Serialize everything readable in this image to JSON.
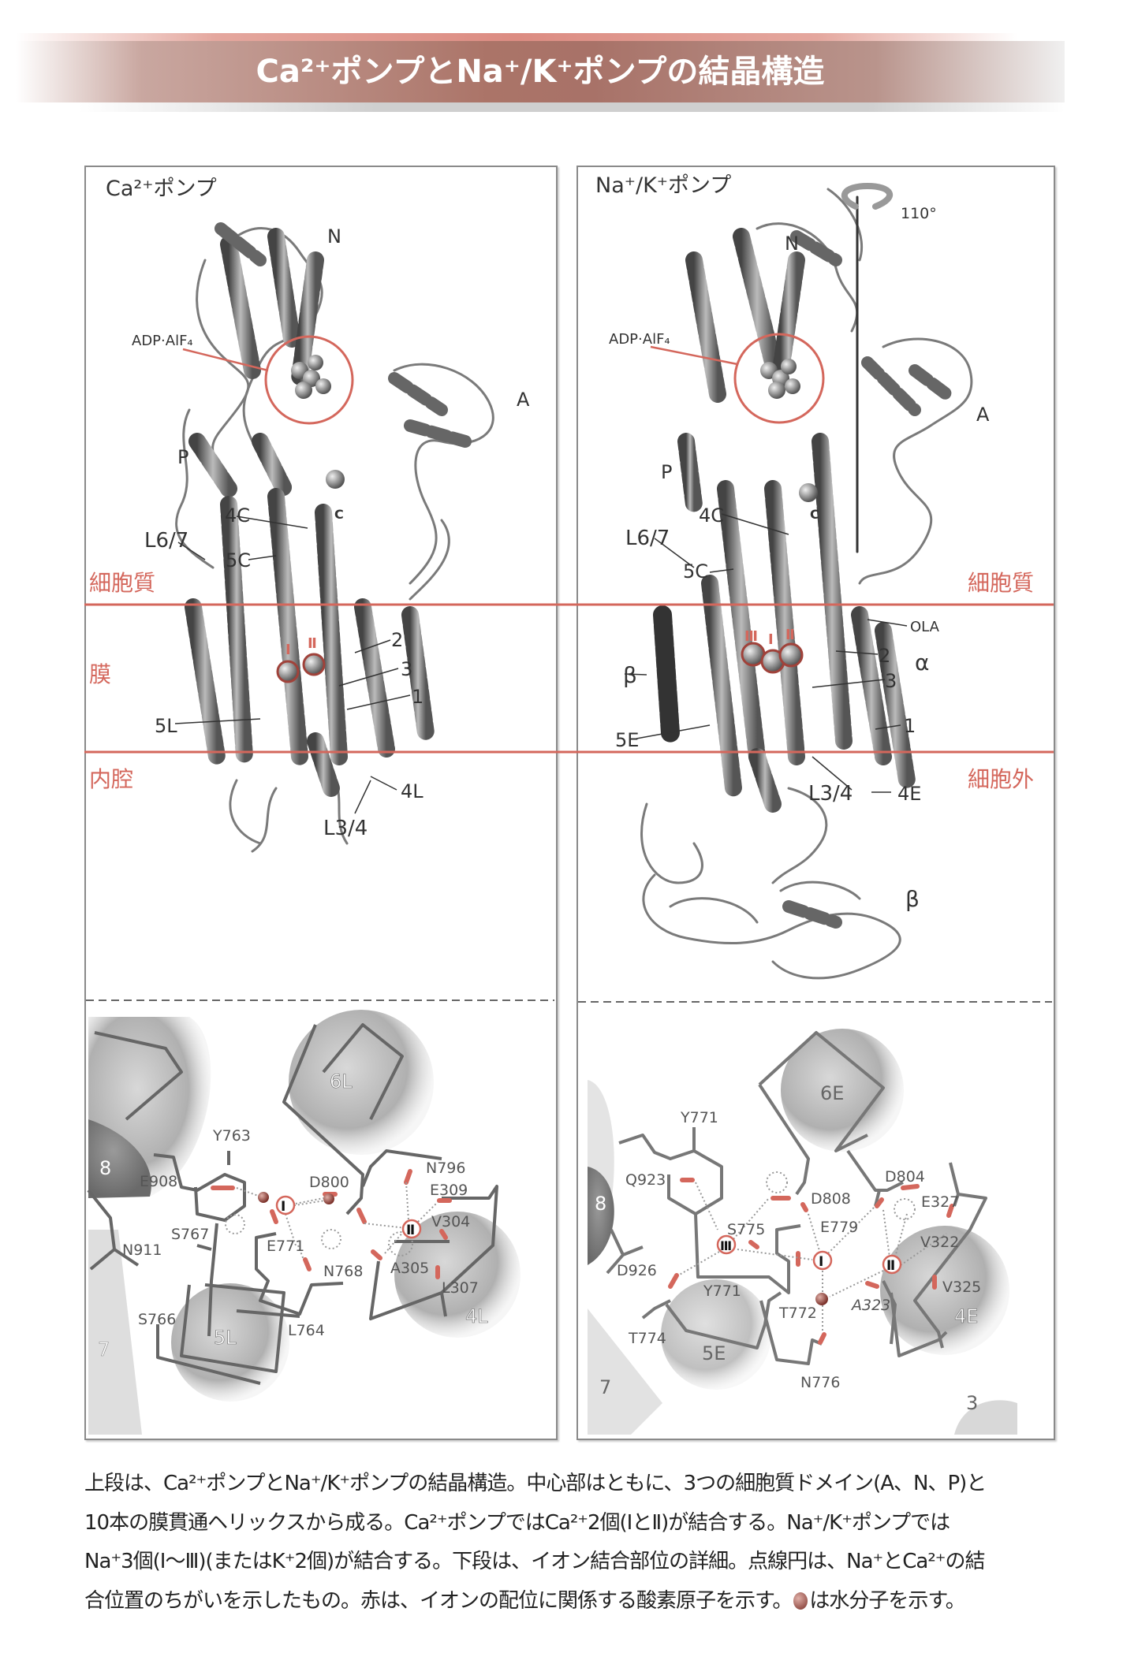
{
  "header": {
    "title": "Ca²⁺ポンプとNa⁺/K⁺ポンプの結晶構造"
  },
  "colors": {
    "accent": "#d4675c",
    "banner": "#ab7468",
    "water": "#8a3a32"
  },
  "left_panel": {
    "title": "Ca²⁺ポンプ",
    "labels": {
      "N": "N",
      "ligand": "ADP·AlF₄",
      "A": "A",
      "P": "P",
      "C": "C",
      "h4c": "4C",
      "l67": "L6/7",
      "h5c": "5C",
      "h2": "2",
      "h3": "3",
      "h1": "1",
      "h5l": "5L",
      "h4l": "4L",
      "l34": "L3/4",
      "site1": "Ⅰ",
      "site2": "Ⅱ"
    },
    "regions": {
      "cytoplasm": "細胞質",
      "membrane": "膜",
      "lumen": "内腔"
    },
    "detail": {
      "helices": [
        "6L",
        "8",
        "5L",
        "4L",
        "7"
      ],
      "residues": [
        "Y763",
        "E908",
        "D800",
        "N796",
        "E309",
        "V304",
        "S767",
        "E771",
        "N911",
        "A305",
        "N768",
        "L307",
        "S766",
        "L764"
      ],
      "sites": [
        "Ⅰ",
        "Ⅱ"
      ]
    }
  },
  "right_panel": {
    "title": "Na⁺/K⁺ポンプ",
    "labels": {
      "rotation": "110°",
      "N": "N",
      "ligand": "ADP·AlF₄",
      "A": "A",
      "P": "P",
      "h4c": "4C",
      "C": "C",
      "l67": "L6/7",
      "h5c": "5C",
      "ola": "OLA",
      "h2": "2",
      "alpha": "α",
      "h3": "3",
      "beta": "β",
      "h1": "1",
      "h5e": "5E",
      "l34": "L3/4",
      "h4e": "4E",
      "beta_lower": "β",
      "site3": "Ⅲ",
      "site1": "Ⅰ",
      "site2": "Ⅱ"
    },
    "regions": {
      "cytoplasm": "細胞質",
      "extracellular": "細胞外"
    },
    "detail": {
      "helices": [
        "6E",
        "8",
        "5E",
        "4E",
        "7",
        "3"
      ],
      "residues": [
        "Y771",
        "Q923",
        "D804",
        "D808",
        "E327",
        "S775",
        "E779",
        "D926",
        "V322",
        "Y771",
        "V325",
        "A323",
        "T772",
        "T774",
        "N776"
      ],
      "sites": [
        "Ⅲ",
        "Ⅰ",
        "Ⅱ"
      ]
    }
  },
  "caption": {
    "lines": [
      "上段は、Ca²⁺ポンプとNa⁺/K⁺ポンプの結晶構造。中心部はともに、3つの細胞質ドメイン(A、N、P)と",
      "10本の膜貫通ヘリックスから成る。Ca²⁺ポンプではCa²⁺2個(ⅠとⅡ)が結合する。Na⁺/K⁺ポンプでは",
      "Na⁺3個(Ⅰ〜Ⅲ)(またはK⁺2個)が結合する。下段は、イオン結合部位の詳細。点線円は、Na⁺とCa²⁺の結",
      "合位置のちがいを示したもの。赤は、イオンの配位に関係する酸素原子を示す。"
    ],
    "tail": "は水分子を示す。"
  }
}
